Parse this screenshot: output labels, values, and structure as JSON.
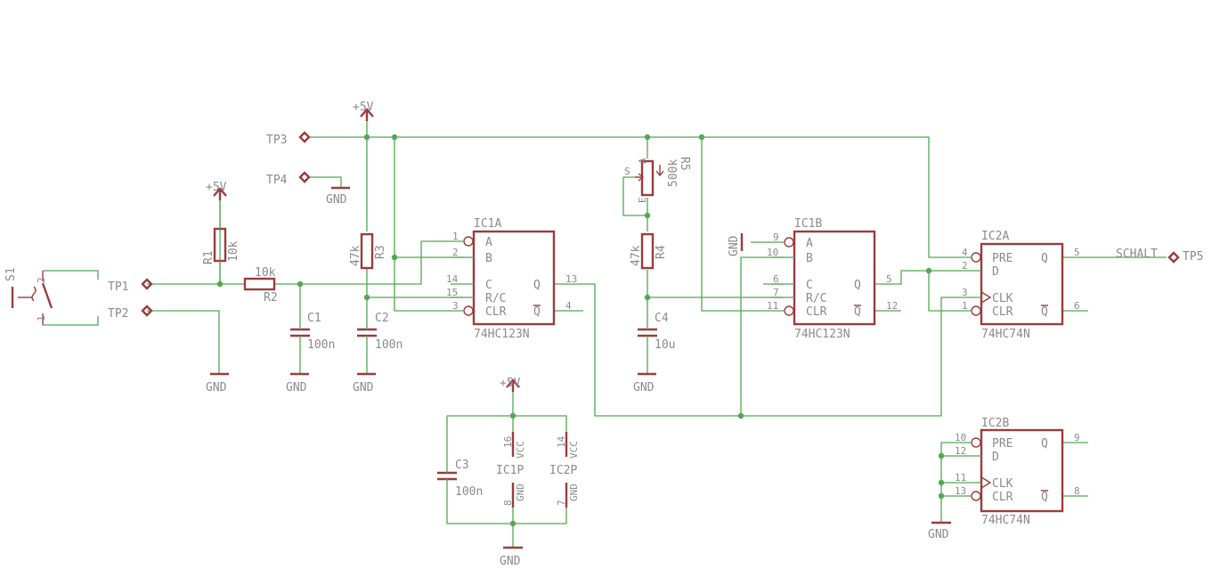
{
  "colors": {
    "wire": "#52a852",
    "symbol": "#9b3c3c",
    "text": "#8a8a8a",
    "background": "#ffffff"
  },
  "testpoints": {
    "tp1": "TP1",
    "tp2": "TP2",
    "tp3": "TP3",
    "tp4": "TP4",
    "tp5": "TP5"
  },
  "nets": {
    "vcc": "+5V",
    "gnd": "GND",
    "schalt": "SCHALT"
  },
  "switch": {
    "name": "S1",
    "pin_a": "2",
    "pin_b": "1"
  },
  "resistors": {
    "r1": {
      "name": "R1",
      "value": "10k"
    },
    "r2": {
      "name": "R2",
      "value": "10k"
    },
    "r3": {
      "name": "R3",
      "value": "47k"
    },
    "r4": {
      "name": "R4",
      "value": "47k"
    },
    "r5": {
      "name": "R5",
      "value": "500k",
      "pin_a": "A",
      "pin_e": "E",
      "pin_s": "S"
    }
  },
  "capacitors": {
    "c1": {
      "name": "C1",
      "value": "100n"
    },
    "c2": {
      "name": "C2",
      "value": "100n"
    },
    "c3": {
      "name": "C3",
      "value": "100n"
    },
    "c4": {
      "name": "C4",
      "value": "10u"
    }
  },
  "ic1a": {
    "name": "IC1A",
    "part": "74HC123N",
    "pins": {
      "a_num": "1",
      "a": "A",
      "b_num": "2",
      "b": "B",
      "c_num": "14",
      "c": "C",
      "rc_num": "15",
      "rc": "R/C",
      "clr_num": "3",
      "clr": "CLR",
      "q_num": "13",
      "q": "Q",
      "qbar_num": "4",
      "qbar": "Q"
    }
  },
  "ic1b": {
    "name": "IC1B",
    "part": "74HC123N",
    "pins": {
      "a_num": "9",
      "a": "A",
      "b_num": "10",
      "b": "B",
      "c_num": "6",
      "c": "C",
      "rc_num": "7",
      "rc": "R/C",
      "clr_num": "11",
      "clr": "CLR",
      "q_num": "5",
      "q": "Q",
      "qbar_num": "12",
      "qbar": "Q"
    }
  },
  "ic2a": {
    "name": "IC2A",
    "part": "74HC74N",
    "pins": {
      "pre_num": "4",
      "pre": "PRE",
      "d_num": "2",
      "d": "D",
      "clk_num": "3",
      "clk": "CLK",
      "clr_num": "1",
      "clr": "CLR",
      "q_num": "5",
      "q": "Q",
      "qbar_num": "6",
      "qbar": "Q"
    }
  },
  "ic2b": {
    "name": "IC2B",
    "part": "74HC74N",
    "pins": {
      "pre_num": "10",
      "pre": "PRE",
      "d_num": "12",
      "d": "D",
      "clk_num": "11",
      "clk": "CLK",
      "clr_num": "13",
      "clr": "CLR",
      "q_num": "9",
      "q": "Q",
      "qbar_num": "8",
      "qbar": "Q"
    }
  },
  "power_units": {
    "ic1p": {
      "name": "IC1P",
      "vcc_num": "16",
      "vcc": "VCC",
      "gnd_num": "8",
      "gnd": "GND"
    },
    "ic2p": {
      "name": "IC2P",
      "vcc_num": "14",
      "vcc": "VCC",
      "gnd_num": "7",
      "gnd": "GND"
    }
  }
}
